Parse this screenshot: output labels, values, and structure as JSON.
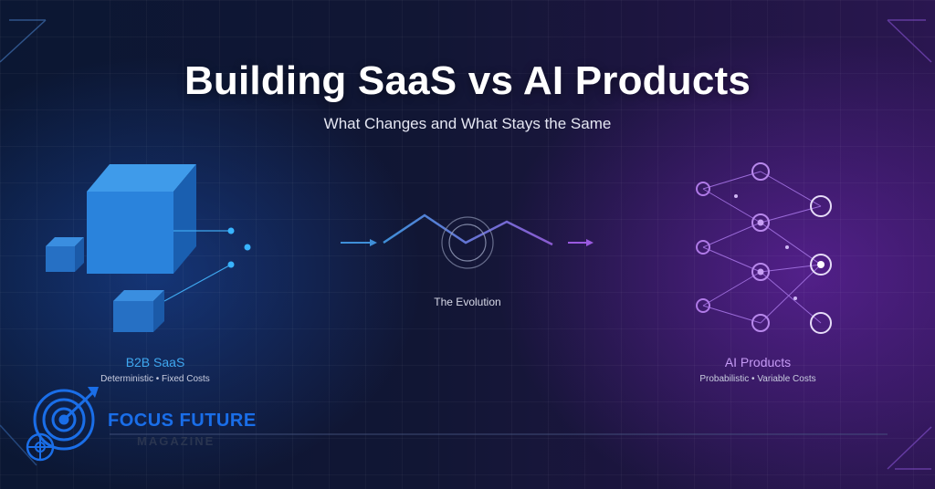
{
  "header": {
    "title": "Building SaaS vs AI Products",
    "subtitle": "What Changes and What Stays the Same"
  },
  "center": {
    "label": "The Evolution"
  },
  "left": {
    "label": "B2B SaaS",
    "sub": "Deterministic • Fixed Costs"
  },
  "right": {
    "label": "AI Products",
    "sub": "Probabilistic • Variable Costs"
  },
  "logo": {
    "name": "FOCUS FUTURE",
    "sub": "MAGAZINE"
  },
  "colors": {
    "blue_accent": "#3fa8f0",
    "purple_accent": "#c59af5",
    "logo_blue": "#1a6ee8"
  },
  "icons": [
    "cube-icon",
    "target-logo-icon",
    "neural-network-icon",
    "evolution-wave-icon"
  ]
}
